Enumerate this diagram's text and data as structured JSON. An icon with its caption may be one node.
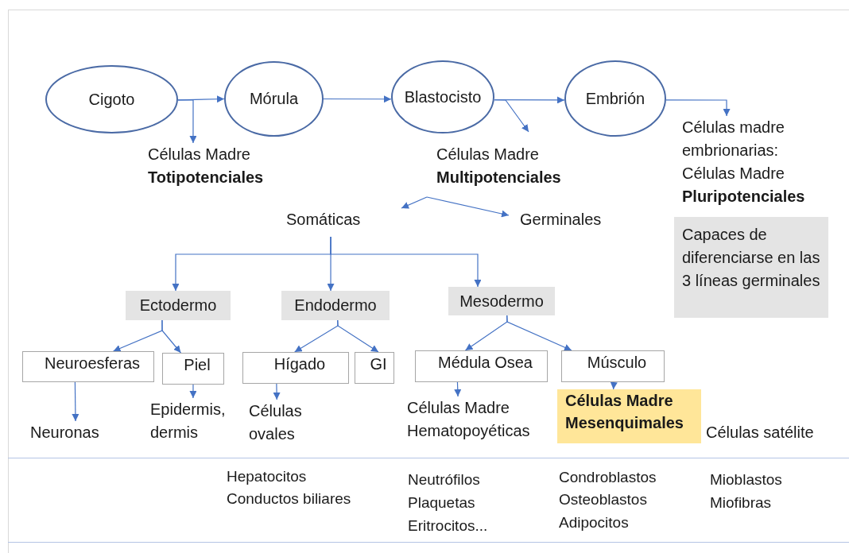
{
  "diagram": {
    "nodes": [
      {
        "text": [
          "Cigoto"
        ]
      },
      {
        "text": [
          "Mórula"
        ]
      },
      {
        "text": [
          "Blastocisto"
        ]
      },
      {
        "text": [
          "Embrión"
        ]
      },
      {
        "text": [
          "Células Madre **Totipotenciales**"
        ]
      },
      {
        "text": [
          "Células Madre **Multipotenciales**"
        ]
      },
      {
        "text": [
          "Células madre embrionarias: Células Madre **Pluripotenciales**"
        ]
      },
      {
        "text": [
          "Capaces de diferenciarse en las 3 líneas germinales"
        ]
      },
      {
        "text": [
          "Somáticas"
        ]
      },
      {
        "text": [
          "Germinales"
        ]
      },
      {
        "text": [
          "Ectodermo"
        ]
      },
      {
        "text": [
          "Endodermo"
        ]
      },
      {
        "text": [
          "Mesodermo"
        ]
      },
      {
        "text": [
          "Neuroesferas"
        ]
      },
      {
        "text": [
          "Piel"
        ]
      },
      {
        "text": [
          "Hígado"
        ]
      },
      {
        "text": [
          "GI"
        ]
      },
      {
        "text": [
          "Médula Osea"
        ]
      },
      {
        "text": [
          "Músculo"
        ]
      },
      {
        "text": [
          "Neuronas"
        ]
      },
      {
        "text": [
          "Epidermis, dermis"
        ]
      },
      {
        "text": [
          "Células ovales"
        ]
      },
      {
        "text": [
          "Células Madre Hematopoyéticas"
        ]
      },
      {
        "text": [
          "Células Madre Mesenquimales"
        ]
      }
    ],
    "edges": [
      {
        "from": 0,
        "to": 1,
        "arrow": "to"
      },
      {
        "from": 0,
        "to": 4,
        "arrow": "to"
      },
      {
        "from": 1,
        "to": 2,
        "arrow": "to"
      },
      {
        "from": 2,
        "to": 5,
        "arrow": "to"
      },
      {
        "from": 2,
        "to": 3,
        "arrow": "to"
      },
      {
        "from": 3,
        "to": 6,
        "arrow": "to"
      },
      {
        "from": 5,
        "to": 8,
        "arrow": "to"
      },
      {
        "from": 5,
        "to": 9,
        "arrow": "to"
      },
      {
        "from": 8,
        "to": 10,
        "arrow": "to"
      },
      {
        "from": 8,
        "to": 11,
        "arrow": "to"
      },
      {
        "from": 8,
        "to": 12,
        "arrow": "to"
      },
      {
        "from": 10,
        "to": 13,
        "arrow": "to"
      },
      {
        "from": 10,
        "to": 14,
        "arrow": "to"
      },
      {
        "from": 11,
        "to": 15,
        "arrow": "to"
      },
      {
        "from": 11,
        "to": 16,
        "arrow": "to"
      },
      {
        "from": 12,
        "to": 17,
        "arrow": "to"
      },
      {
        "from": 12,
        "to": 18,
        "arrow": "to"
      },
      {
        "from": 13,
        "to": 19,
        "arrow": "to"
      },
      {
        "from": 14,
        "to": 20,
        "arrow": "to"
      },
      {
        "from": 15,
        "to": 21,
        "arrow": "to"
      },
      {
        "from": 17,
        "to": 22,
        "arrow": "to"
      },
      {
        "from": 18,
        "to": 23,
        "arrow": "to"
      }
    ],
    "labels": [
      "Células satélite",
      "Hepatocitos",
      "Conductos biliares",
      "Neutrófilos",
      "Plaquetas",
      "Eritrocitos...",
      "Condroblastos",
      "Osteoblastos",
      "Adipocitos",
      "Mioblastos",
      "Miofibras"
    ]
  }
}
